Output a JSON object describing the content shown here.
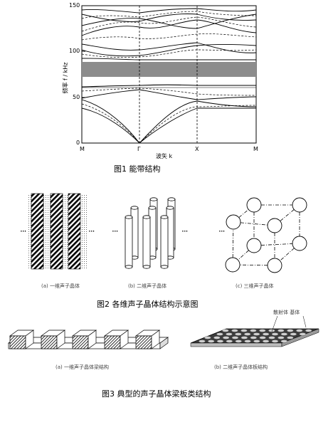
{
  "fig1": {
    "caption": "图1  能带结构",
    "y_label": "频率 f / kHz",
    "x_label": "波矢 k",
    "y_ticks": [
      "150",
      "100",
      "50",
      "0"
    ],
    "x_ticks": [
      "M",
      "Γ",
      "X",
      "M"
    ]
  },
  "fig2": {
    "caption": "图2  各维声子晶体结构示意图",
    "sub_a": "(a) 一维声子晶体",
    "sub_b": "(b) 二维声子晶体",
    "sub_c": "(c) 三维声子晶体",
    "dots": "···"
  },
  "fig3": {
    "caption": "图3  典型的声子晶体梁板类结构",
    "sub_a": "(a) 一维声子晶体梁结构",
    "sub_b": "(b) 二维声子晶体板结构",
    "label_tr": "散射体  基体"
  }
}
